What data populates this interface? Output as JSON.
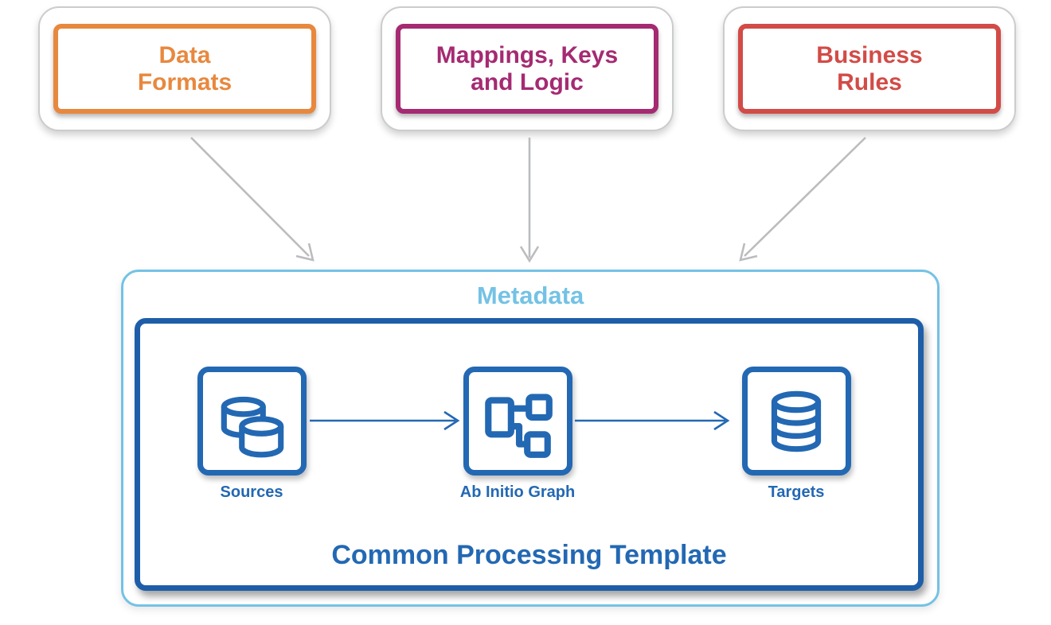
{
  "top_boxes": [
    {
      "id": "data-formats",
      "label": "Data\nFormats",
      "color": "#E8883E"
    },
    {
      "id": "mappings",
      "label": "Mappings, Keys\nand Logic",
      "color": "#A52A72"
    },
    {
      "id": "business-rules",
      "label": "Business\nRules",
      "color": "#D24B47"
    }
  ],
  "metadata": {
    "title": "Metadata"
  },
  "template": {
    "title": "Common Processing Template",
    "nodes": [
      {
        "label": "Sources",
        "icon": "overlapping-databases-icon"
      },
      {
        "label": "Ab Initio Graph",
        "icon": "flow-graph-icon"
      },
      {
        "label": "Targets",
        "icon": "database-stack-icon"
      }
    ]
  },
  "colors": {
    "orange": "#E8883E",
    "magenta": "#A52A72",
    "red": "#D24B47",
    "light_blue": "#74C2E5",
    "dark_blue": "#1E5EA9",
    "mid_blue": "#2368B3",
    "gray_arrow": "#BBBCBE",
    "bubble_border": "#CBCCCD"
  }
}
